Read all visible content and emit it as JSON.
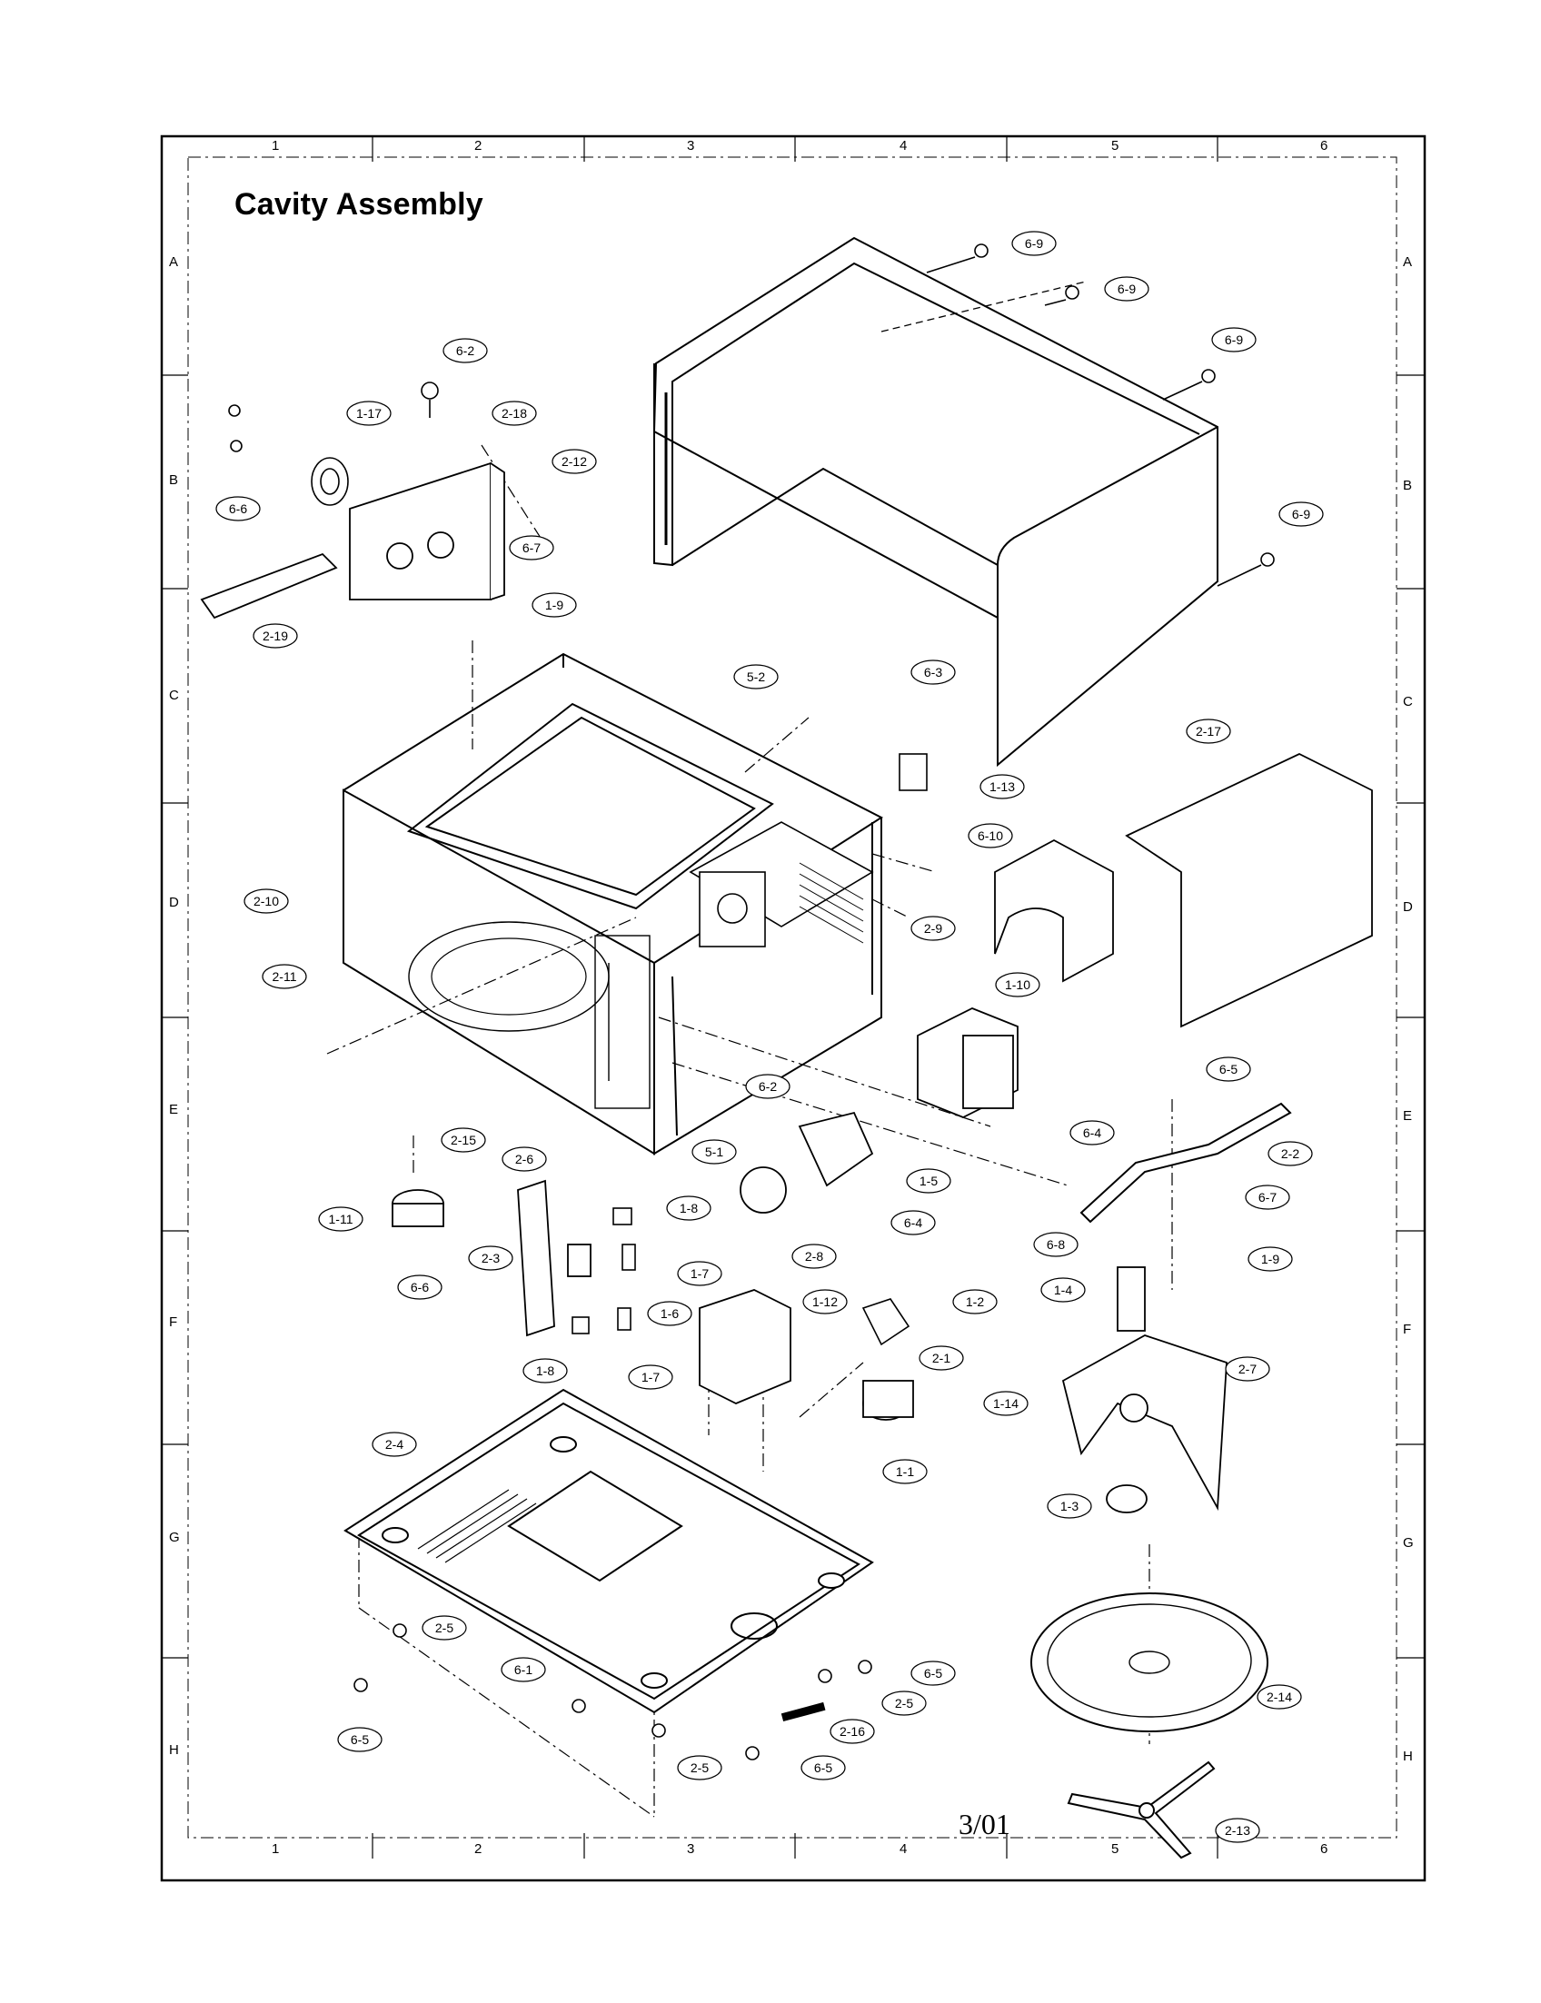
{
  "title": "Cavity Assembly",
  "footer": "3/01",
  "grid": {
    "cols": [
      "1",
      "2",
      "3",
      "4",
      "5",
      "6"
    ],
    "rows": [
      "A",
      "B",
      "C",
      "D",
      "E",
      "F",
      "G",
      "H"
    ]
  },
  "callouts": [
    {
      "id": "6-9a",
      "label": "6-9"
    },
    {
      "id": "6-9b",
      "label": "6-9"
    },
    {
      "id": "6-9c",
      "label": "6-9"
    },
    {
      "id": "6-9d",
      "label": "6-9"
    },
    {
      "id": "6-2a",
      "label": "6-2"
    },
    {
      "id": "1-17",
      "label": "1-17"
    },
    {
      "id": "2-18",
      "label": "2-18"
    },
    {
      "id": "2-12",
      "label": "2-12"
    },
    {
      "id": "6-6a",
      "label": "6-6"
    },
    {
      "id": "6-7a",
      "label": "6-7"
    },
    {
      "id": "1-9a",
      "label": "1-9"
    },
    {
      "id": "2-19",
      "label": "2-19"
    },
    {
      "id": "5-2",
      "label": "5-2"
    },
    {
      "id": "6-3",
      "label": "6-3"
    },
    {
      "id": "2-17",
      "label": "2-17"
    },
    {
      "id": "1-13",
      "label": "1-13"
    },
    {
      "id": "6-10",
      "label": "6-10"
    },
    {
      "id": "2-10",
      "label": "2-10"
    },
    {
      "id": "2-9",
      "label": "2-9"
    },
    {
      "id": "1-10",
      "label": "1-10"
    },
    {
      "id": "2-11",
      "label": "2-11"
    },
    {
      "id": "6-2b",
      "label": "6-2"
    },
    {
      "id": "6-5a",
      "label": "6-5"
    },
    {
      "id": "6-4a",
      "label": "6-4"
    },
    {
      "id": "2-15",
      "label": "2-15"
    },
    {
      "id": "2-6",
      "label": "2-6"
    },
    {
      "id": "5-1",
      "label": "5-1"
    },
    {
      "id": "2-2",
      "label": "2-2"
    },
    {
      "id": "1-5",
      "label": "1-5"
    },
    {
      "id": "1-11",
      "label": "1-11"
    },
    {
      "id": "1-8a",
      "label": "1-8"
    },
    {
      "id": "6-7b",
      "label": "6-7"
    },
    {
      "id": "2-3",
      "label": "2-3"
    },
    {
      "id": "2-8",
      "label": "2-8"
    },
    {
      "id": "6-4b",
      "label": "6-4"
    },
    {
      "id": "6-8",
      "label": "6-8"
    },
    {
      "id": "1-9b",
      "label": "1-9"
    },
    {
      "id": "1-7a",
      "label": "1-7"
    },
    {
      "id": "6-6b",
      "label": "6-6"
    },
    {
      "id": "1-2",
      "label": "1-2"
    },
    {
      "id": "1-4",
      "label": "1-4"
    },
    {
      "id": "1-6",
      "label": "1-6"
    },
    {
      "id": "1-12",
      "label": "1-12"
    },
    {
      "id": "2-1",
      "label": "2-1"
    },
    {
      "id": "1-8b",
      "label": "1-8"
    },
    {
      "id": "1-7b",
      "label": "1-7"
    },
    {
      "id": "2-7",
      "label": "2-7"
    },
    {
      "id": "1-14",
      "label": "1-14"
    },
    {
      "id": "2-4",
      "label": "2-4"
    },
    {
      "id": "1-1",
      "label": "1-1"
    },
    {
      "id": "1-3",
      "label": "1-3"
    },
    {
      "id": "2-5a",
      "label": "2-5"
    },
    {
      "id": "6-1",
      "label": "6-1"
    },
    {
      "id": "6-5b",
      "label": "6-5"
    },
    {
      "id": "2-5b",
      "label": "2-5"
    },
    {
      "id": "2-14",
      "label": "2-14"
    },
    {
      "id": "6-5c",
      "label": "6-5"
    },
    {
      "id": "2-16",
      "label": "2-16"
    },
    {
      "id": "2-5c",
      "label": "2-5"
    },
    {
      "id": "6-5d",
      "label": "6-5"
    },
    {
      "id": "2-13",
      "label": "2-13"
    }
  ]
}
